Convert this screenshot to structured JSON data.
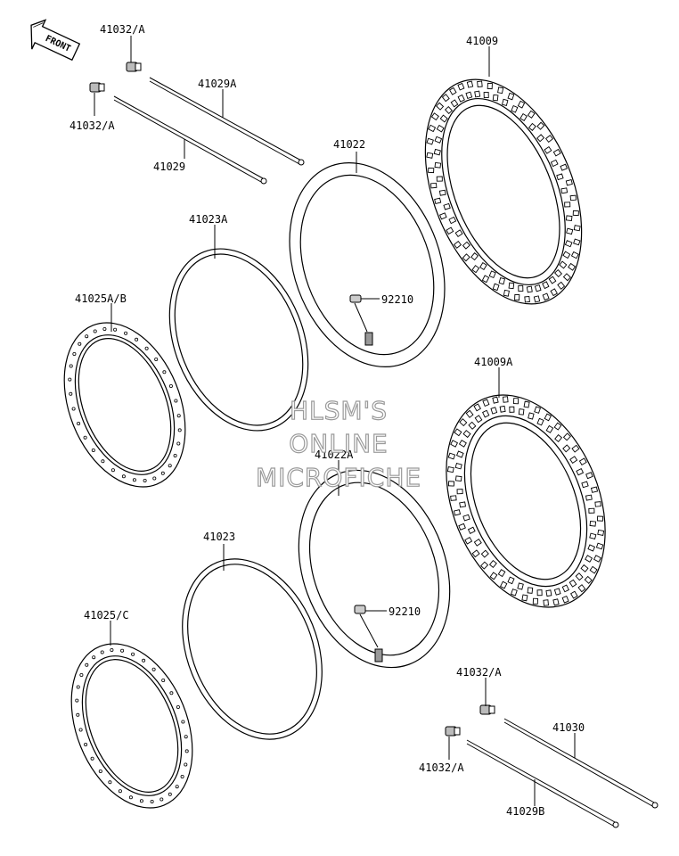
{
  "front_arrow": {
    "label": "FRONT"
  },
  "watermark": {
    "line1": "HLSM'S",
    "line2": "ONLINE",
    "line3": "MICROFICHE"
  },
  "parts": {
    "p41032a_top1": "41032/A",
    "p41032a_top2": "41032/A",
    "p41029a": "41029A",
    "p41029": "41029",
    "p41009": "41009",
    "p41022": "41022",
    "p41023a": "41023A",
    "p92210_top": "92210",
    "p41025ab": "41025A/B",
    "p41009a": "41009A",
    "p41022a": "41022A",
    "p41023": "41023",
    "p92210_bot": "92210",
    "p41025c": "41025/C",
    "p41032a_bot1": "41032/A",
    "p41030": "41030",
    "p41032a_bot2": "41032/A",
    "p41029b": "41029B"
  }
}
